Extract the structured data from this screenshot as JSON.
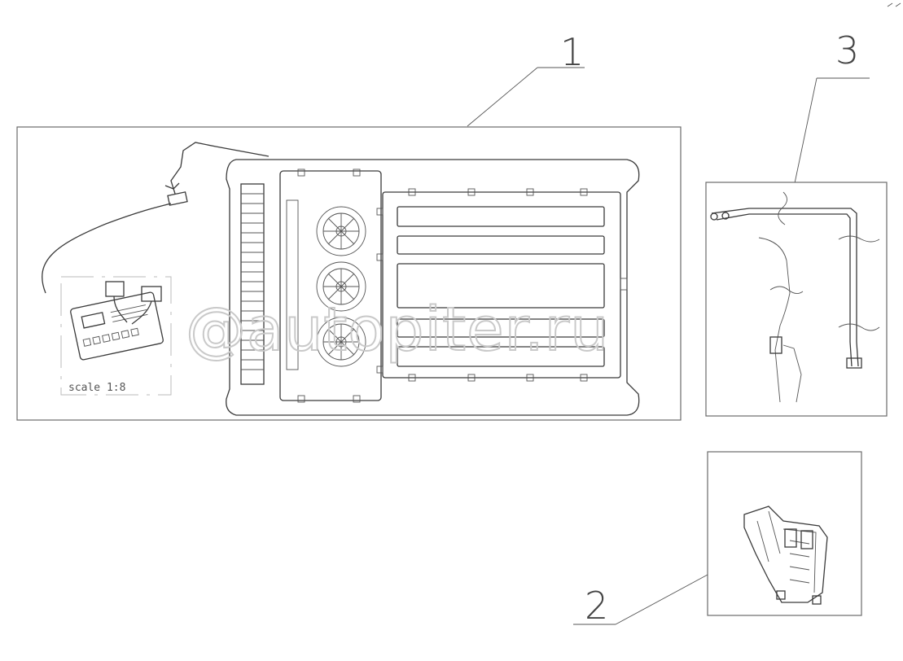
{
  "callouts": {
    "item_1": "1",
    "item_2": "2",
    "item_3": "3"
  },
  "scale_label": "scale 1:8",
  "watermark": "@autopiter.ru",
  "colors": {
    "line": "#3a3a3a",
    "frame": "#6a6a6a",
    "watermark": "#c9c9c9"
  }
}
